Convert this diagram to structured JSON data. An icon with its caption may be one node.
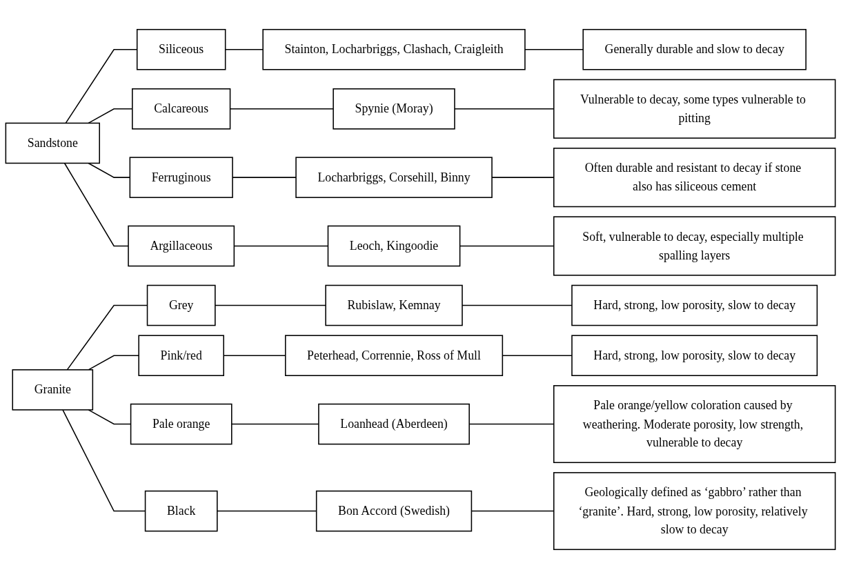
{
  "diagram": {
    "nodes": [
      {
        "text": [
          "Sandstone"
        ]
      },
      {
        "text": [
          "Siliceous"
        ]
      },
      {
        "text": [
          "Stainton, Locharbriggs, Clashach, Craigleith"
        ]
      },
      {
        "text": [
          "Generally durable and slow to decay"
        ]
      },
      {
        "text": [
          "Calcareous"
        ]
      },
      {
        "text": [
          "Spynie (Moray)"
        ]
      },
      {
        "text": [
          "Vulnerable to decay, some types vulnerable to pitting"
        ]
      },
      {
        "text": [
          "Ferruginous"
        ]
      },
      {
        "text": [
          "Locharbriggs, Corsehill, Binny"
        ]
      },
      {
        "text": [
          "Often durable and resistant to decay if stone also has siliceous cement"
        ]
      },
      {
        "text": [
          "Argillaceous"
        ]
      },
      {
        "text": [
          "Leoch, Kingoodie"
        ]
      },
      {
        "text": [
          "Soft, vulnerable to decay, especially multiple spalling layers"
        ]
      },
      {
        "text": [
          "Granite"
        ]
      },
      {
        "text": [
          "Grey"
        ]
      },
      {
        "text": [
          "Rubislaw, Kemnay"
        ]
      },
      {
        "text": [
          "Hard, strong, low porosity, slow to decay"
        ]
      },
      {
        "text": [
          "Pink/red"
        ]
      },
      {
        "text": [
          "Peterhead, Corrennie, Ross of Mull"
        ]
      },
      {
        "text": [
          "Hard, strong, low porosity, slow to decay"
        ]
      },
      {
        "text": [
          "Pale orange"
        ]
      },
      {
        "text": [
          "Loanhead (Aberdeen)"
        ]
      },
      {
        "text": [
          "Pale orange/yellow coloration caused by weathering. Moderate porosity, low strength, vulnerable to decay"
        ]
      },
      {
        "text": [
          "Black"
        ]
      },
      {
        "text": [
          "Bon Accord (Swedish)"
        ]
      },
      {
        "text": [
          "Geologically defined as ‘gabbro’ rather than ‘granite’. Hard, strong, low porosity, relatively slow to decay"
        ]
      }
    ],
    "edges": [
      {
        "from": 0,
        "to": 1,
        "arrow": "none"
      },
      {
        "from": 1,
        "to": 2,
        "arrow": "none"
      },
      {
        "from": 2,
        "to": 3,
        "arrow": "none"
      },
      {
        "from": 0,
        "to": 4,
        "arrow": "none"
      },
      {
        "from": 4,
        "to": 5,
        "arrow": "none"
      },
      {
        "from": 5,
        "to": 6,
        "arrow": "none"
      },
      {
        "from": 0,
        "to": 7,
        "arrow": "none"
      },
      {
        "from": 7,
        "to": 8,
        "arrow": "none"
      },
      {
        "from": 8,
        "to": 9,
        "arrow": "none"
      },
      {
        "from": 0,
        "to": 10,
        "arrow": "none"
      },
      {
        "from": 10,
        "to": 11,
        "arrow": "none"
      },
      {
        "from": 11,
        "to": 12,
        "arrow": "none"
      },
      {
        "from": 13,
        "to": 14,
        "arrow": "none"
      },
      {
        "from": 14,
        "to": 15,
        "arrow": "none"
      },
      {
        "from": 15,
        "to": 16,
        "arrow": "none"
      },
      {
        "from": 13,
        "to": 17,
        "arrow": "none"
      },
      {
        "from": 17,
        "to": 18,
        "arrow": "none"
      },
      {
        "from": 18,
        "to": 19,
        "arrow": "none"
      },
      {
        "from": 13,
        "to": 20,
        "arrow": "none"
      },
      {
        "from": 20,
        "to": 21,
        "arrow": "none"
      },
      {
        "from": 21,
        "to": 22,
        "arrow": "none"
      },
      {
        "from": 13,
        "to": 23,
        "arrow": "none"
      },
      {
        "from": 23,
        "to": 24,
        "arrow": "none"
      },
      {
        "from": 24,
        "to": 25,
        "arrow": "none"
      }
    ]
  }
}
